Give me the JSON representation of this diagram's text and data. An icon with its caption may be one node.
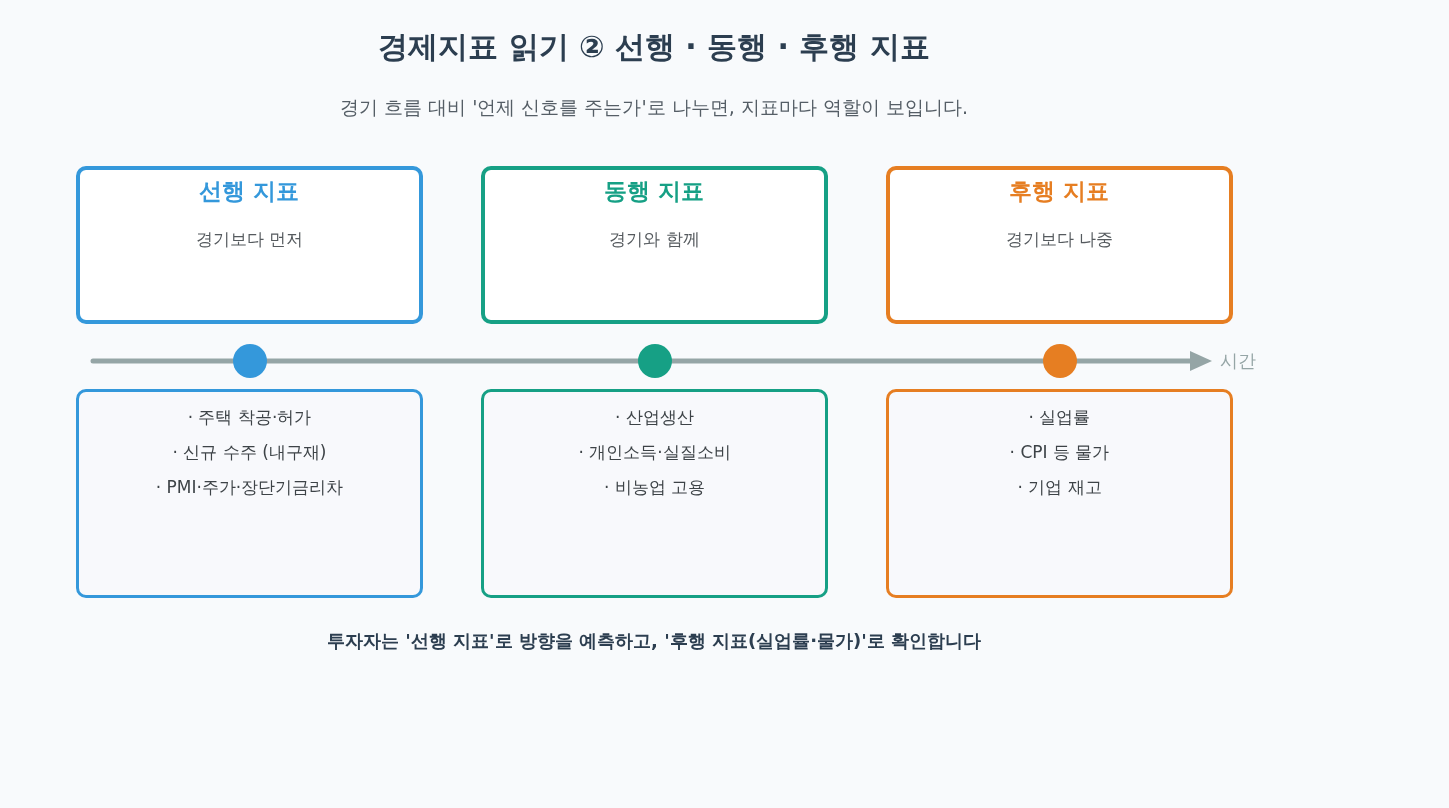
{
  "diagram": {
    "title": "경제지표 읽기 ② 선행 · 동행 · 후행 지표",
    "nodes": [
      {
        "text": [
          "선행 지표",
          "경기보다 먼저"
        ]
      },
      {
        "text": [
          "동행 지표",
          "경기와 함께"
        ]
      },
      {
        "text": [
          "후행 지표",
          "경기보다 나중"
        ]
      },
      {
        "text": [
          "· 주택 착공·허가",
          "· 신규 수주 (내구재)",
          "· PMI·주가·장단기금리차"
        ]
      },
      {
        "text": [
          "· 산업생산",
          "· 개인소득·실질소비",
          "· 비농업 고용"
        ]
      },
      {
        "text": [
          "· 실업률",
          "· CPI 등 물가",
          "· 기업 재고"
        ]
      }
    ],
    "labels": [
      "경기 흐름 대비 '언제 신호를 주는가'로 나누면, 지표마다 역할이 보입니다.",
      "시간",
      "투자자는 '선행 지표'로 방향을 예측하고, '후행 지표(실업률·물가)'로 확인합니다"
    ]
  }
}
